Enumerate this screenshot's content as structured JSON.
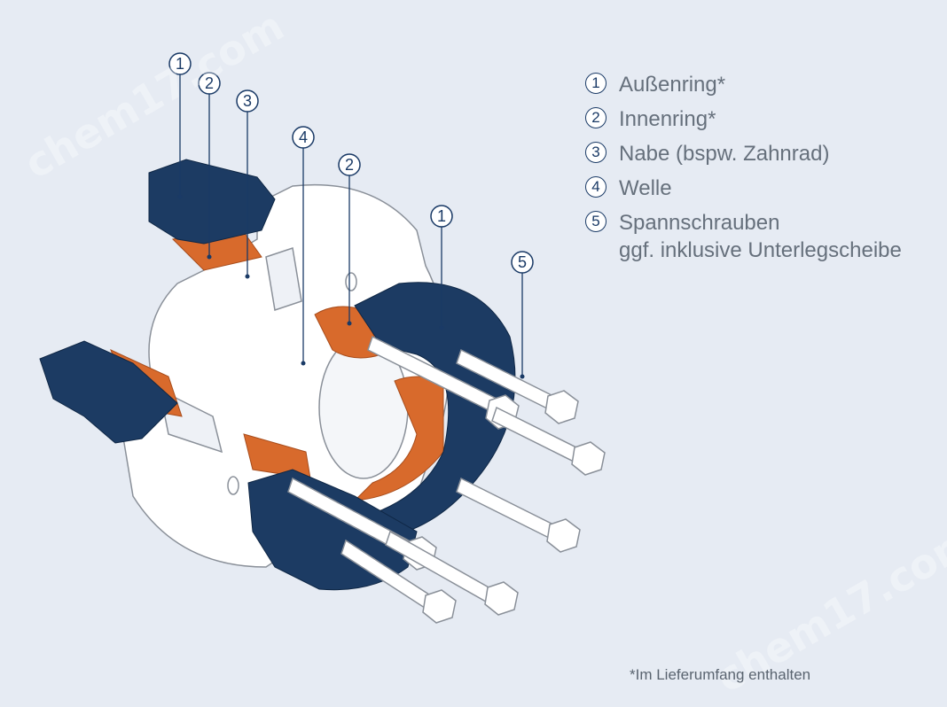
{
  "legend": {
    "items": [
      {
        "num": "1",
        "lines": [
          "Außenring*"
        ]
      },
      {
        "num": "2",
        "lines": [
          "Innenring*"
        ]
      },
      {
        "num": "3",
        "lines": [
          "Nabe (bspw. Zahnrad)"
        ]
      },
      {
        "num": "4",
        "lines": [
          "Welle"
        ]
      },
      {
        "num": "5",
        "lines": [
          "Spannschrauben",
          "ggf. inklusive Unterlegscheibe"
        ]
      }
    ]
  },
  "callouts": [
    {
      "num": "1"
    },
    {
      "num": "2"
    },
    {
      "num": "3"
    },
    {
      "num": "4"
    },
    {
      "num": "2"
    },
    {
      "num": "1"
    },
    {
      "num": "5"
    }
  ],
  "footnote": "*Im Lieferumfang enthalten",
  "watermarks": [
    "chem17.com",
    "chem17.com"
  ],
  "colors": {
    "ring_outer": "#1c3b63",
    "ring_inner": "#d86a2c",
    "hub": "#ffffff",
    "outline": "#8a9099",
    "callout": "#1a3a66",
    "background": "#e6ebf3"
  }
}
